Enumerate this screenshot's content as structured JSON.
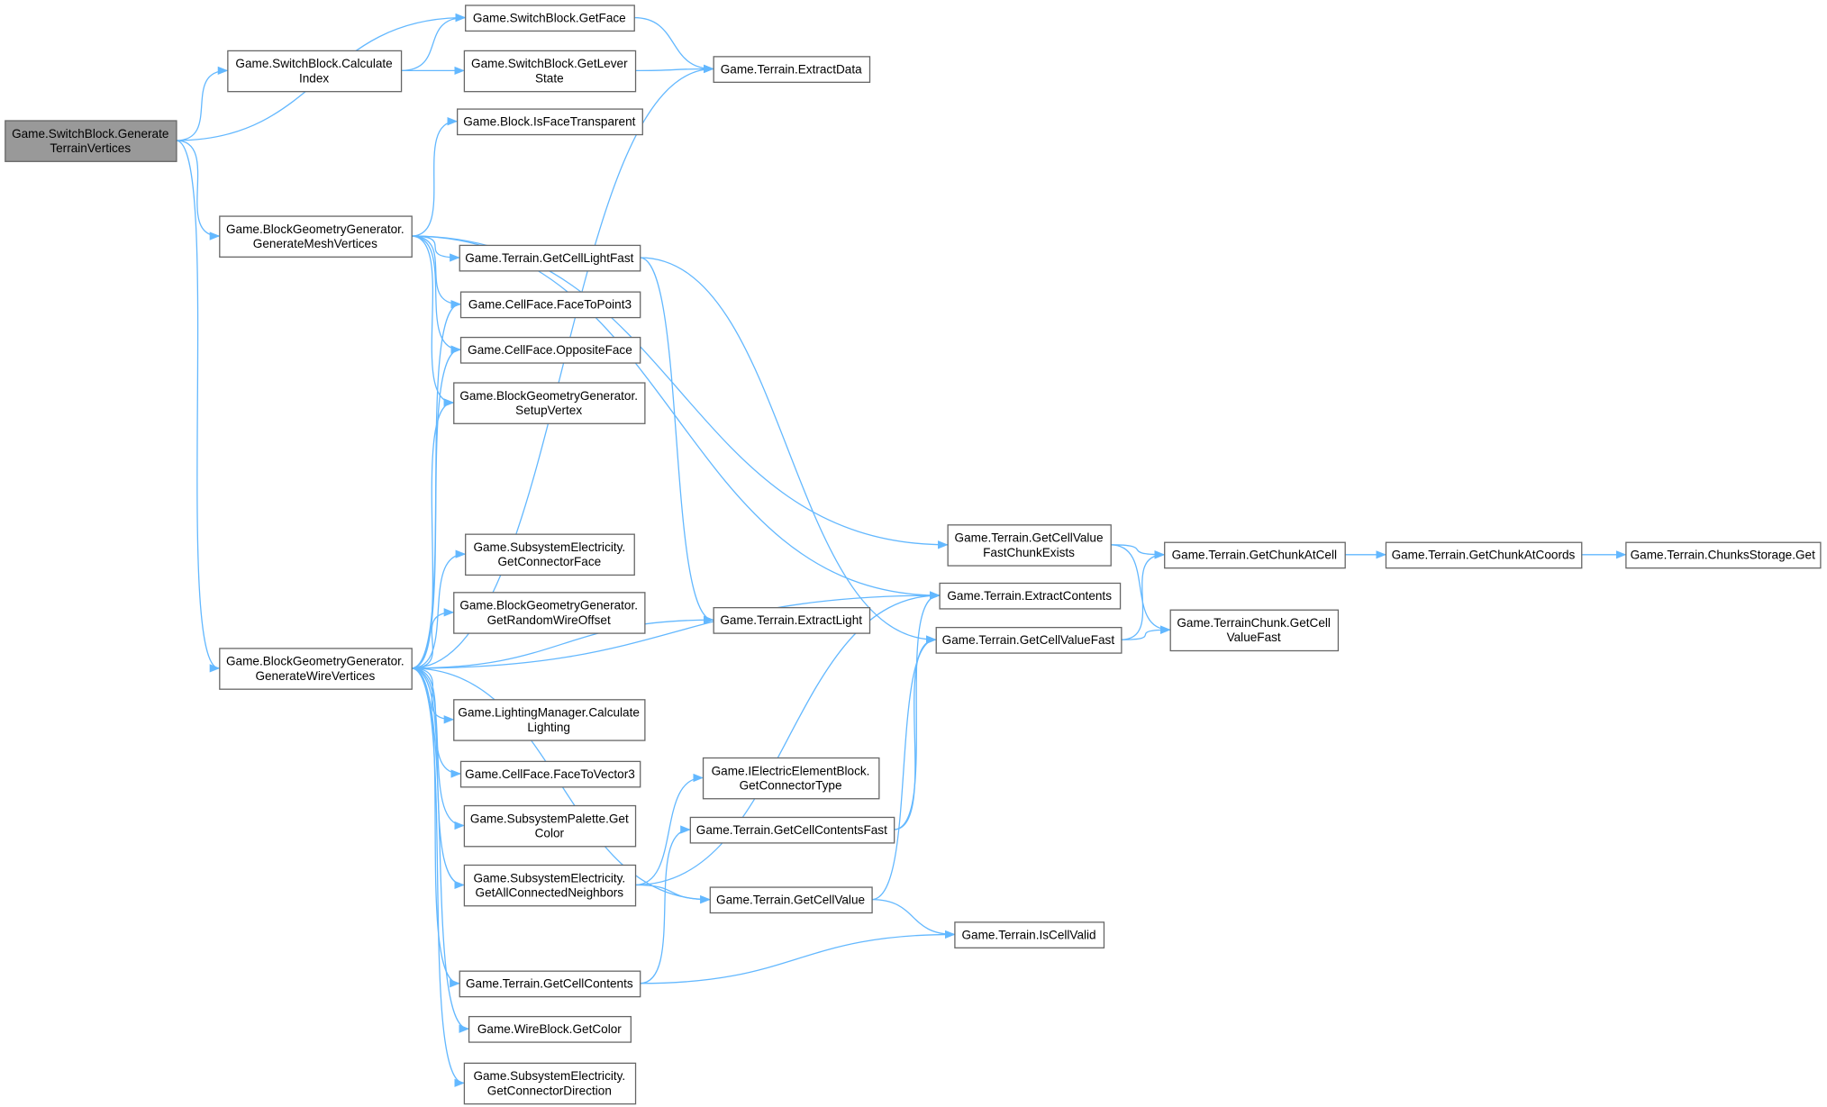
{
  "graph": {
    "nodes": [
      {
        "id": "n1",
        "lines": [
          "Game.SwitchBlock.Generate",
          "TerrainVertices"
        ],
        "root": true
      },
      {
        "id": "n2",
        "lines": [
          "Game.SwitchBlock.GetFace"
        ]
      },
      {
        "id": "n3",
        "lines": [
          "Game.SwitchBlock.Calculate",
          "Index"
        ]
      },
      {
        "id": "n4",
        "lines": [
          "Game.SwitchBlock.GetLever",
          "State"
        ]
      },
      {
        "id": "n5",
        "lines": [
          "Game.Terrain.ExtractData"
        ]
      },
      {
        "id": "n6",
        "lines": [
          "Game.Block.IsFaceTransparent"
        ]
      },
      {
        "id": "n7",
        "lines": [
          "Game.BlockGeometryGenerator.",
          "GenerateMeshVertices"
        ]
      },
      {
        "id": "n8",
        "lines": [
          "Game.Terrain.GetCellLightFast"
        ]
      },
      {
        "id": "n9",
        "lines": [
          "Game.CellFace.FaceToPoint3"
        ]
      },
      {
        "id": "n10",
        "lines": [
          "Game.CellFace.OppositeFace"
        ]
      },
      {
        "id": "n11",
        "lines": [
          "Game.BlockGeometryGenerator.",
          "SetupVertex"
        ]
      },
      {
        "id": "n12",
        "lines": [
          "Game.SubsystemElectricity.",
          "GetConnectorFace"
        ]
      },
      {
        "id": "n13",
        "lines": [
          "Game.BlockGeometryGenerator.",
          "GetRandomWireOffset"
        ]
      },
      {
        "id": "n14",
        "lines": [
          "Game.BlockGeometryGenerator.",
          "GenerateWireVertices"
        ]
      },
      {
        "id": "n15",
        "lines": [
          "Game.LightingManager.Calculate",
          "Lighting"
        ]
      },
      {
        "id": "n16",
        "lines": [
          "Game.CellFace.FaceToVector3"
        ]
      },
      {
        "id": "n17",
        "lines": [
          "Game.SubsystemPalette.Get",
          "Color"
        ]
      },
      {
        "id": "n18",
        "lines": [
          "Game.SubsystemElectricity.",
          "GetAllConnectedNeighbors"
        ]
      },
      {
        "id": "n19",
        "lines": [
          "Game.Terrain.GetCellContents"
        ]
      },
      {
        "id": "n20",
        "lines": [
          "Game.WireBlock.GetColor"
        ]
      },
      {
        "id": "n21",
        "lines": [
          "Game.SubsystemElectricity.",
          "GetConnectorDirection"
        ]
      },
      {
        "id": "n22",
        "lines": [
          "Game.Terrain.GetCellValue",
          "FastChunkExists"
        ]
      },
      {
        "id": "n23",
        "lines": [
          "Game.Terrain.ExtractContents"
        ]
      },
      {
        "id": "n24",
        "lines": [
          "Game.Terrain.ExtractLight"
        ]
      },
      {
        "id": "n25",
        "lines": [
          "Game.Terrain.GetCellValueFast"
        ]
      },
      {
        "id": "n26",
        "lines": [
          "Game.IElectricElementBlock.",
          "GetConnectorType"
        ]
      },
      {
        "id": "n27",
        "lines": [
          "Game.Terrain.GetCellContentsFast"
        ]
      },
      {
        "id": "n28",
        "lines": [
          "Game.Terrain.GetCellValue"
        ]
      },
      {
        "id": "n29",
        "lines": [
          "Game.Terrain.IsCellValid"
        ]
      },
      {
        "id": "n30",
        "lines": [
          "Game.Terrain.GetChunkAtCell"
        ]
      },
      {
        "id": "n31",
        "lines": [
          "Game.TerrainChunk.GetCell",
          "ValueFast"
        ]
      },
      {
        "id": "n32",
        "lines": [
          "Game.Terrain.GetChunkAtCoords"
        ]
      },
      {
        "id": "n33",
        "lines": [
          "Game.Terrain.ChunksStorage.Get"
        ]
      }
    ],
    "edges": [
      [
        "n1",
        "n2"
      ],
      [
        "n1",
        "n3"
      ],
      [
        "n1",
        "n7"
      ],
      [
        "n1",
        "n14"
      ],
      [
        "n3",
        "n2"
      ],
      [
        "n3",
        "n4"
      ],
      [
        "n2",
        "n5"
      ],
      [
        "n4",
        "n5"
      ],
      [
        "n7",
        "n6"
      ],
      [
        "n7",
        "n22"
      ],
      [
        "n7",
        "n23"
      ],
      [
        "n7",
        "n8"
      ],
      [
        "n7",
        "n9"
      ],
      [
        "n7",
        "n10"
      ],
      [
        "n7",
        "n11"
      ],
      [
        "n8",
        "n24"
      ],
      [
        "n8",
        "n25"
      ],
      [
        "n14",
        "n9"
      ],
      [
        "n14",
        "n10"
      ],
      [
        "n14",
        "n11"
      ],
      [
        "n14",
        "n5"
      ],
      [
        "n14",
        "n23"
      ],
      [
        "n14",
        "n12"
      ],
      [
        "n14",
        "n13"
      ],
      [
        "n14",
        "n24"
      ],
      [
        "n14",
        "n15"
      ],
      [
        "n14",
        "n16"
      ],
      [
        "n14",
        "n17"
      ],
      [
        "n14",
        "n18"
      ],
      [
        "n14",
        "n28"
      ],
      [
        "n14",
        "n19"
      ],
      [
        "n14",
        "n20"
      ],
      [
        "n14",
        "n21"
      ],
      [
        "n18",
        "n26"
      ],
      [
        "n18",
        "n28"
      ],
      [
        "n18",
        "n23"
      ],
      [
        "n19",
        "n27"
      ],
      [
        "n19",
        "n29"
      ],
      [
        "n27",
        "n23"
      ],
      [
        "n27",
        "n25"
      ],
      [
        "n28",
        "n29"
      ],
      [
        "n28",
        "n25"
      ],
      [
        "n22",
        "n30"
      ],
      [
        "n22",
        "n31"
      ],
      [
        "n25",
        "n30"
      ],
      [
        "n25",
        "n31"
      ],
      [
        "n30",
        "n32"
      ],
      [
        "n32",
        "n33"
      ]
    ],
    "colors": {
      "edge": "#63b8ff",
      "root_fill": "#999999",
      "border": "#666666"
    }
  }
}
